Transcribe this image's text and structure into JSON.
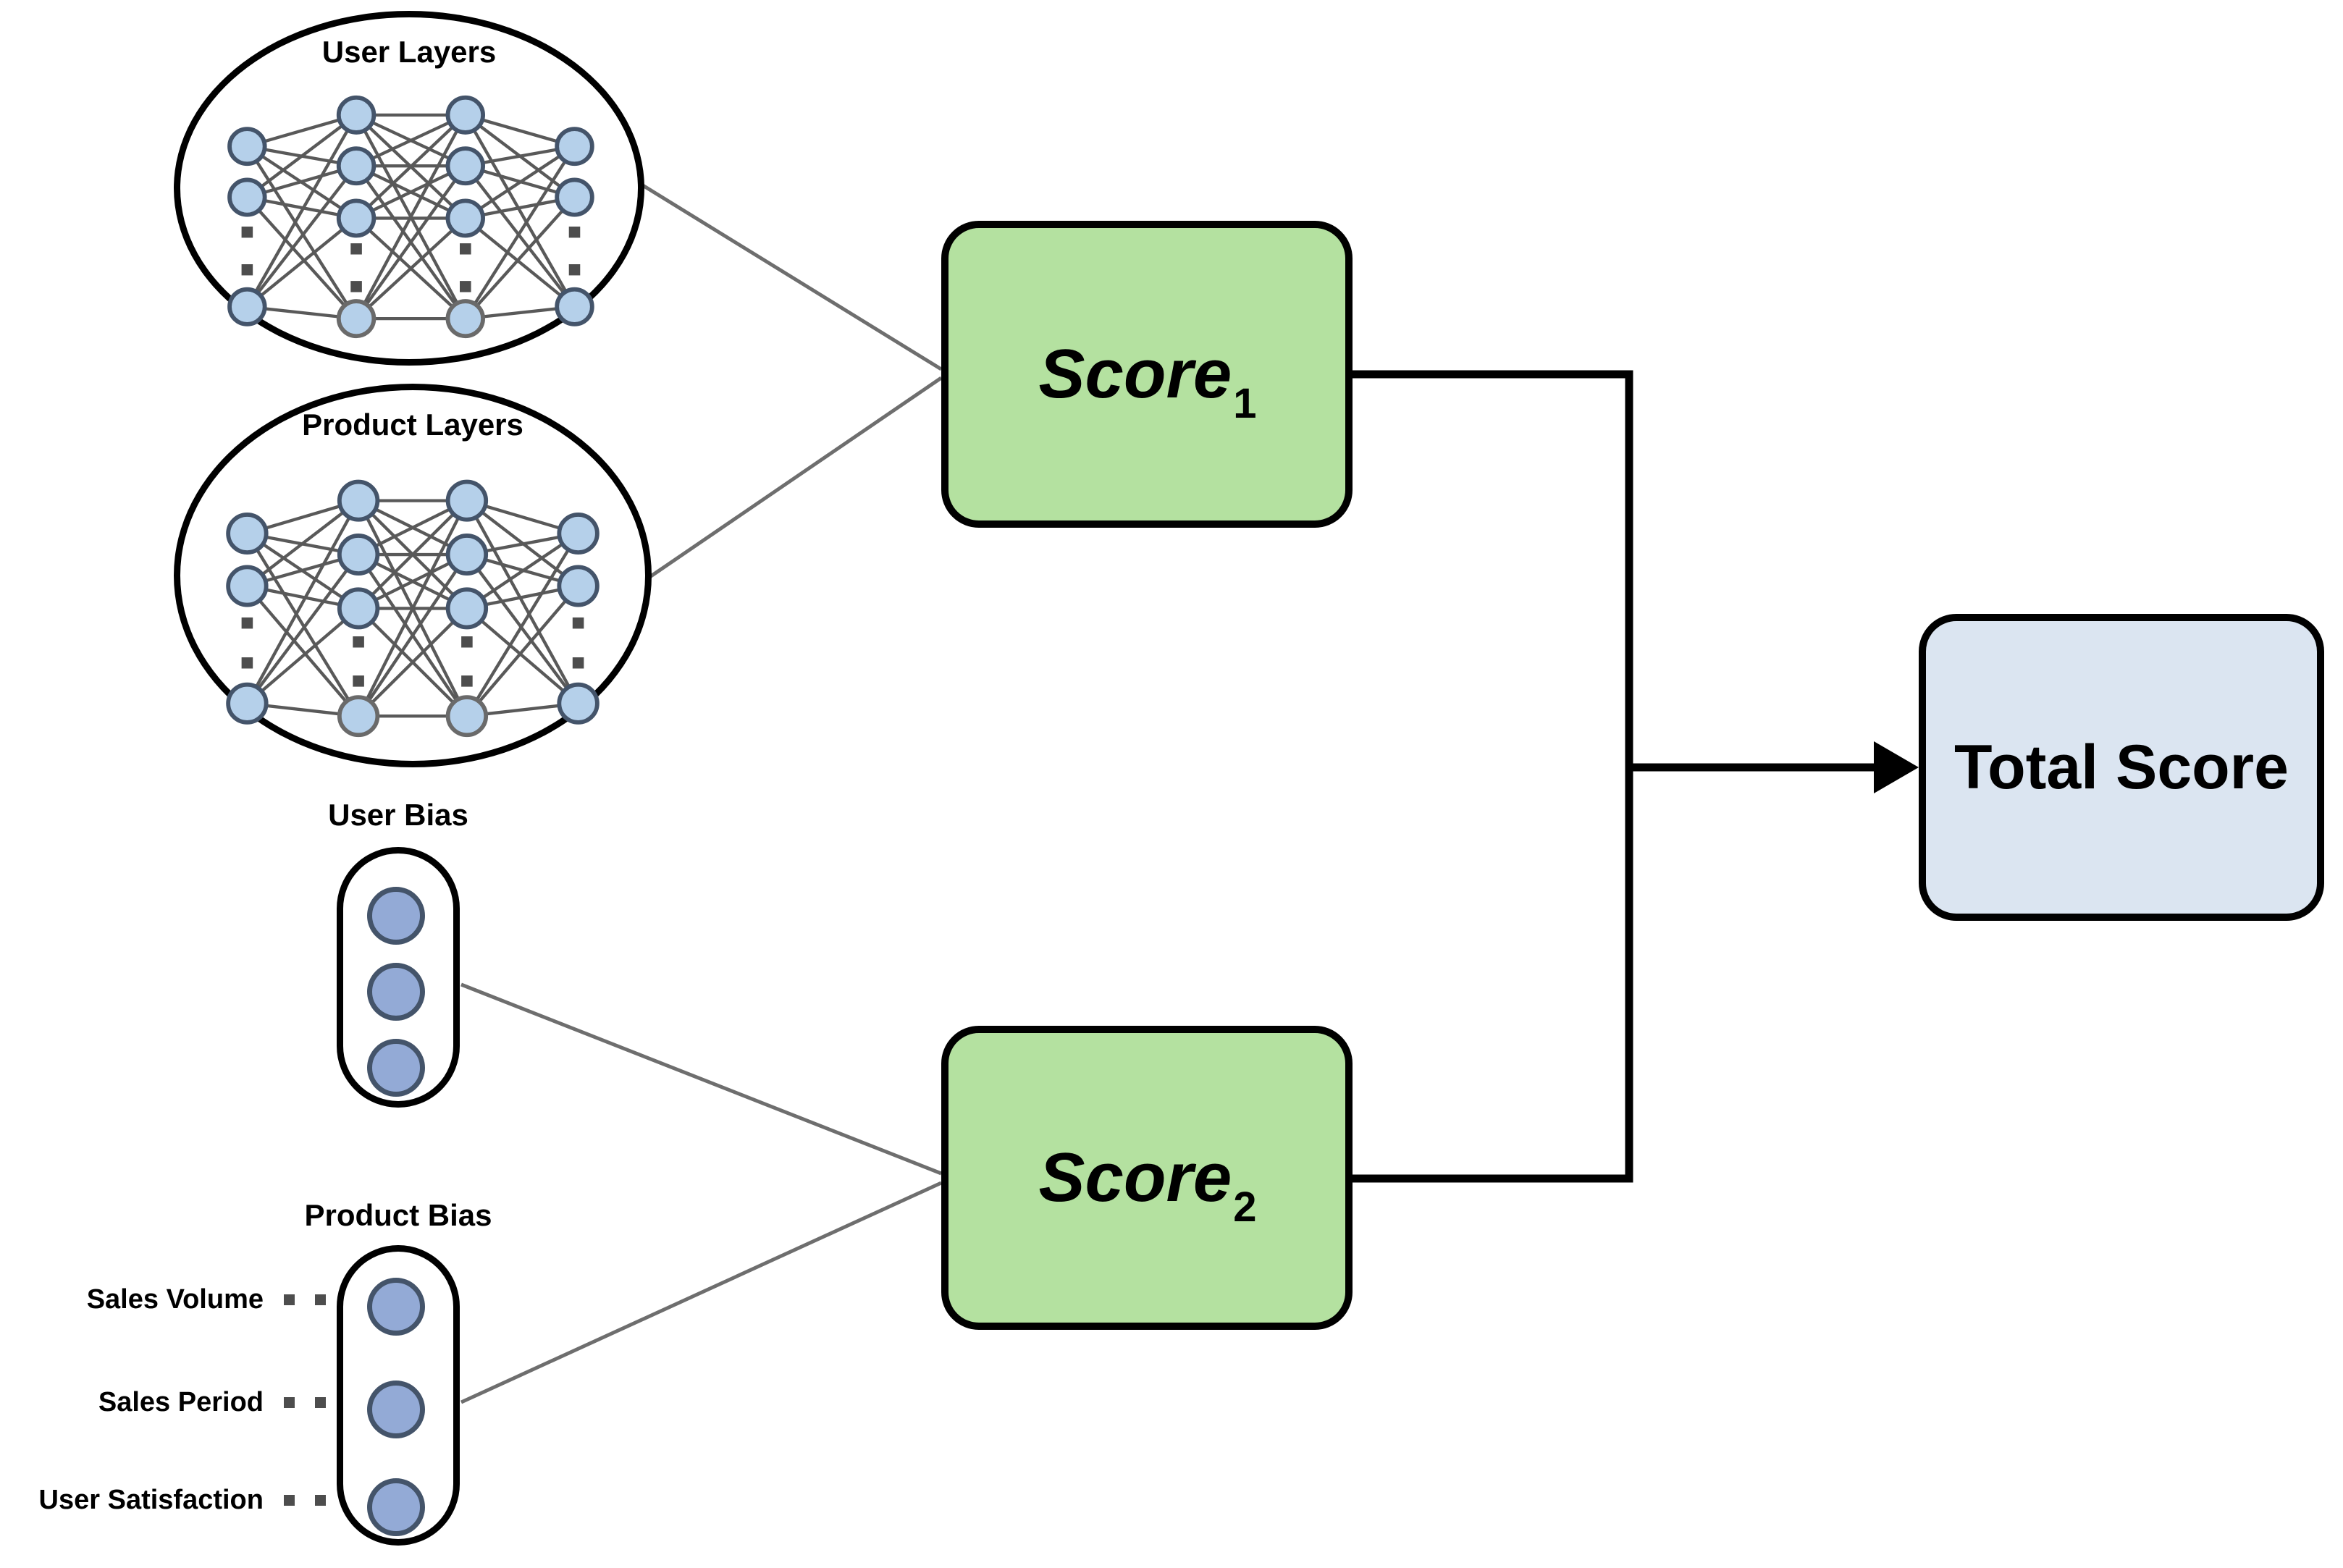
{
  "colors": {
    "score_fill": "#b4e1a0",
    "total_fill": "#dbe5f1",
    "node_fill": "#b5d0ea",
    "node_stroke": "#44546a",
    "bias_fill": "#93aad6",
    "wire_gray": "#6e6e6e",
    "net_edge": "#595959",
    "dot_color": "#4d4d4d"
  },
  "user_layers": {
    "label": "User Layers",
    "icon": "neural-network-icon"
  },
  "product_layers": {
    "label": "Product Layers",
    "icon": "neural-network-icon"
  },
  "user_bias": {
    "label": "User Bias",
    "node_count": 3
  },
  "product_bias": {
    "label": "Product Bias",
    "node_count": 3,
    "rows": [
      "Sales Volume",
      "Sales Period",
      "User Satisfaction"
    ]
  },
  "score1": {
    "base": "Score",
    "sub": "1"
  },
  "score2": {
    "base": "Score",
    "sub": "2"
  },
  "total_score": {
    "label": "Total Score"
  }
}
